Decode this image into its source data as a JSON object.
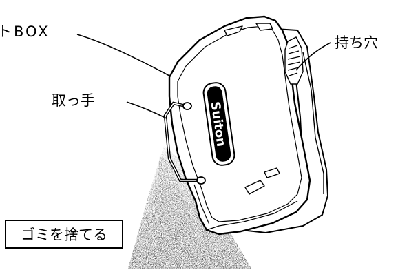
{
  "labels": {
    "box": "トBOX",
    "carry_hole": "持ち穴",
    "handle": "取っ手",
    "dispose_trash": "ゴミを捨てる"
  },
  "product_logo": "Suiton",
  "colors": {
    "line": "#000000",
    "background": "#ffffff",
    "device_fill": "#ffffff",
    "dust": "#444444"
  }
}
